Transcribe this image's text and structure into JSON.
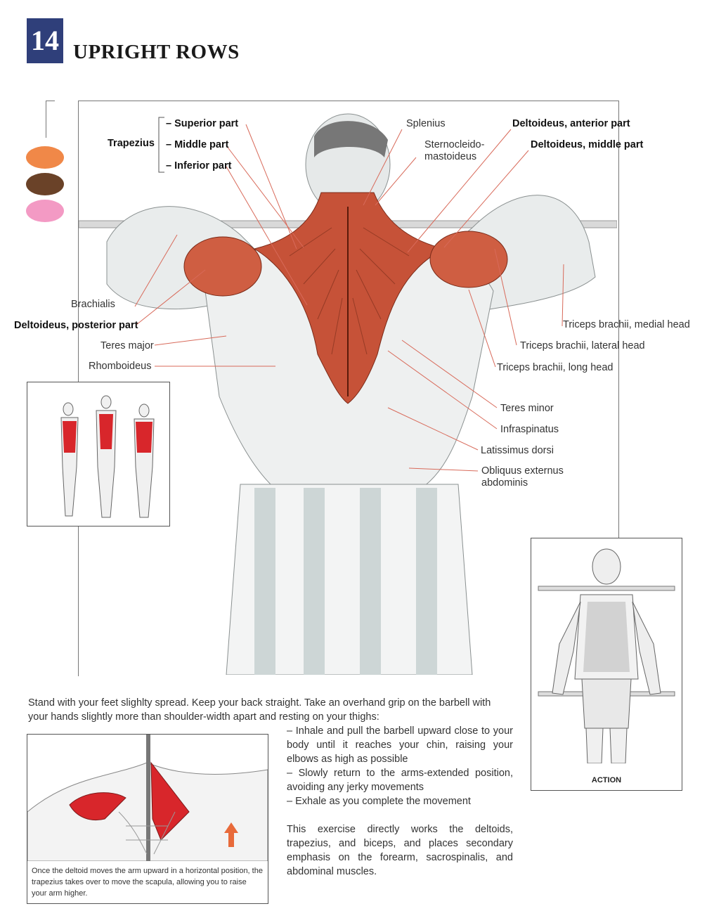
{
  "header": {
    "number": "14",
    "title": "UPRIGHT ROWS"
  },
  "legend": {
    "colors": [
      "#f08848",
      "#6a4228",
      "#f39ac4"
    ]
  },
  "labels": {
    "trapezius": "Trapezius",
    "trap_parts": [
      "– Superior part",
      "– Middle part",
      "– Inferior part"
    ],
    "splenius": "Splenius",
    "sterno1": "Sternocleido-",
    "sterno2": "mastoideus",
    "delt_anterior": "Deltoideus, anterior part",
    "delt_middle": "Deltoideus, middle part",
    "brachialis": "Brachialis",
    "delt_posterior": "Deltoideus, posterior part",
    "teres_major": "Teres major",
    "rhomboideus": "Rhomboideus",
    "triceps_medial": "Triceps brachii, medial head",
    "triceps_lateral": "Triceps brachii, lateral head",
    "triceps_long": "Triceps brachii, long head",
    "teres_minor": "Teres minor",
    "infraspinatus": "Infraspinatus",
    "latissimus": "Latissimus dorsi",
    "obliquus1": "Obliquus externus",
    "obliquus2": "abdominis"
  },
  "action_caption": "ACTION",
  "instructions": {
    "intro": "Stand with your feet slighlty spread. Keep your back straight. Take an overhand grip on the barbell with your hands slightly more than shoulder-width apart and resting on your thighs:",
    "steps": [
      "– Inhale and pull the barbell upward close to your body until it reaches your chin, raising your elbows as high as possible",
      "– Slowly return to the arms-extended position, avoiding any jerky movements",
      "– Exhale as you complete the movement"
    ],
    "summary": "This exercise directly works the deltoids, trapezius, and biceps, and places secondary emphasis on the forearm, sacrospinalis, and abdominal muscles."
  },
  "inset_caption": "Once the deltoid moves the arm upward in a horizontal position, the trapezius takes over to move the scapula, allowing you to raise your arm higher."
}
